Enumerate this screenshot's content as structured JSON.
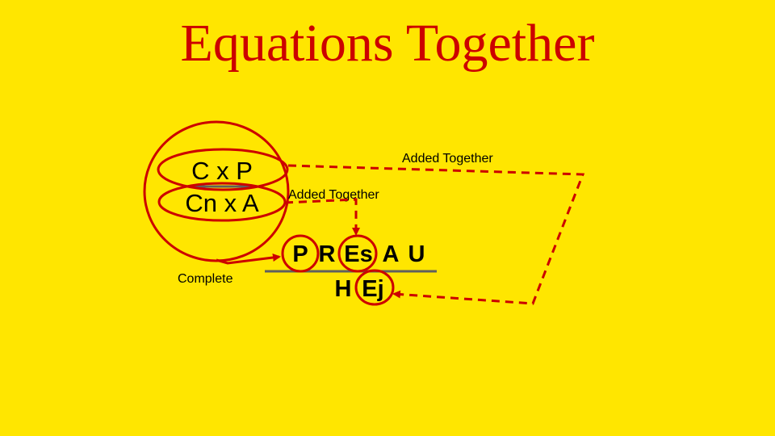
{
  "title": "Equations Together",
  "top_equation": {
    "numerator": "C x P",
    "denominator": "Cn x A"
  },
  "labels": {
    "added_together_outer": "Added Together",
    "added_together_inner": "Added Together",
    "complete": "Complete"
  },
  "bottom_equation": {
    "numerator_terms": [
      "P",
      "R",
      "Es",
      "A",
      "U"
    ],
    "denominator_terms": [
      "H",
      "Ej"
    ]
  },
  "colors": {
    "background": "#FFE600",
    "accent": "#CC0000",
    "text": "#000000",
    "line": "#5f5f5f"
  }
}
